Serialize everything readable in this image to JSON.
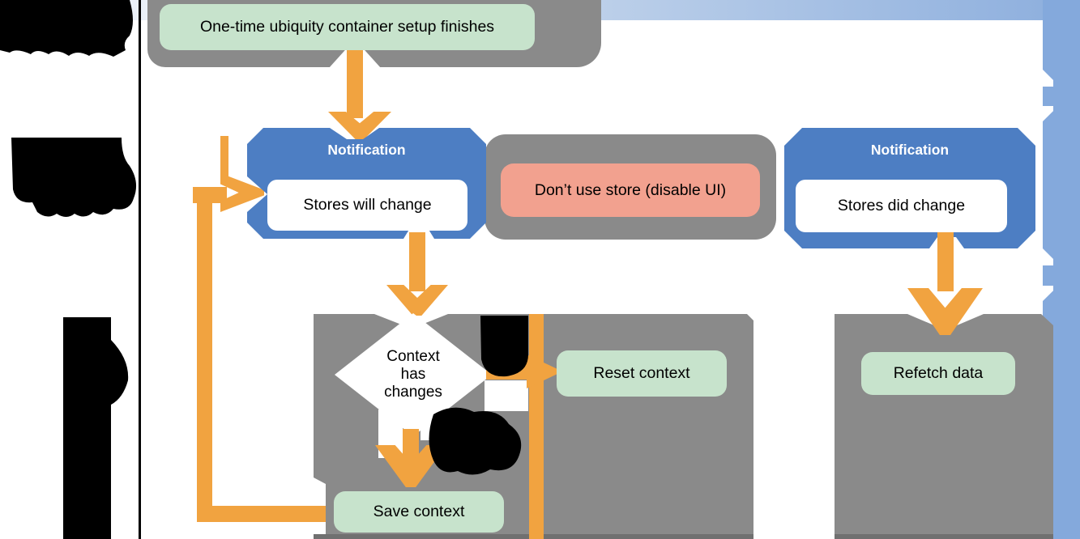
{
  "colors": {
    "orange": "#f1a340",
    "notification_blue": "#4d7ec3",
    "container_gray": "#8a8a8a",
    "action_green": "#c7e3cc",
    "warning_salmon": "#f2a18f",
    "lane_band_blue": "#8fb0de",
    "right_bar_blue": "#84a9dc"
  },
  "boxes": {
    "setup_finish": "One-time ubiquity container setup finishes",
    "notification_will": {
      "title": "Notification",
      "body": "Stores will change"
    },
    "dont_use_store": "Don’t use store (disable UI)",
    "notification_did": {
      "title": "Notification",
      "body": "Stores did change"
    },
    "decision": "Context\nhas\nchanges",
    "reset_context": "Reset context",
    "save_context": "Save context",
    "refetch_data": "Refetch data"
  },
  "redactions": {
    "lane_labels_redacted": 3,
    "decision_branch_labels_redacted": 2
  }
}
